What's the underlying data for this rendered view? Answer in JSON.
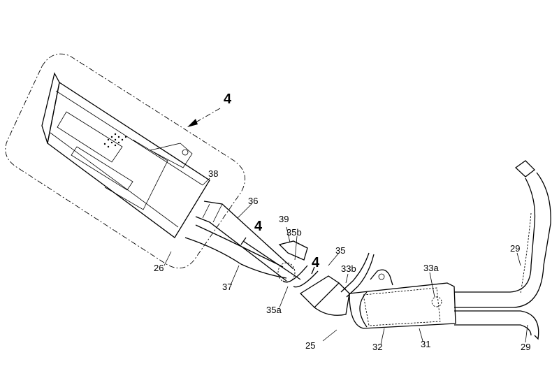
{
  "figure": {
    "labels": [
      {
        "id": "section-4-top",
        "text": "4"
      },
      {
        "id": "ref-38",
        "text": "38"
      },
      {
        "id": "ref-36",
        "text": "36"
      },
      {
        "id": "ref-39",
        "text": "39"
      },
      {
        "id": "section-4-left",
        "text": "4"
      },
      {
        "id": "ref-35b",
        "text": "35b"
      },
      {
        "id": "ref-35",
        "text": "35"
      },
      {
        "id": "section-4-right",
        "text": "4"
      },
      {
        "id": "ref-33b",
        "text": "33b"
      },
      {
        "id": "ref-33a",
        "text": "33a"
      },
      {
        "id": "ref-29-top",
        "text": "29"
      },
      {
        "id": "ref-26",
        "text": "26"
      },
      {
        "id": "ref-37",
        "text": "37"
      },
      {
        "id": "ref-35a",
        "text": "35a"
      },
      {
        "id": "ref-25",
        "text": "25"
      },
      {
        "id": "ref-32",
        "text": "32"
      },
      {
        "id": "ref-31",
        "text": "31"
      },
      {
        "id": "ref-29-bottom",
        "text": "29"
      }
    ]
  }
}
